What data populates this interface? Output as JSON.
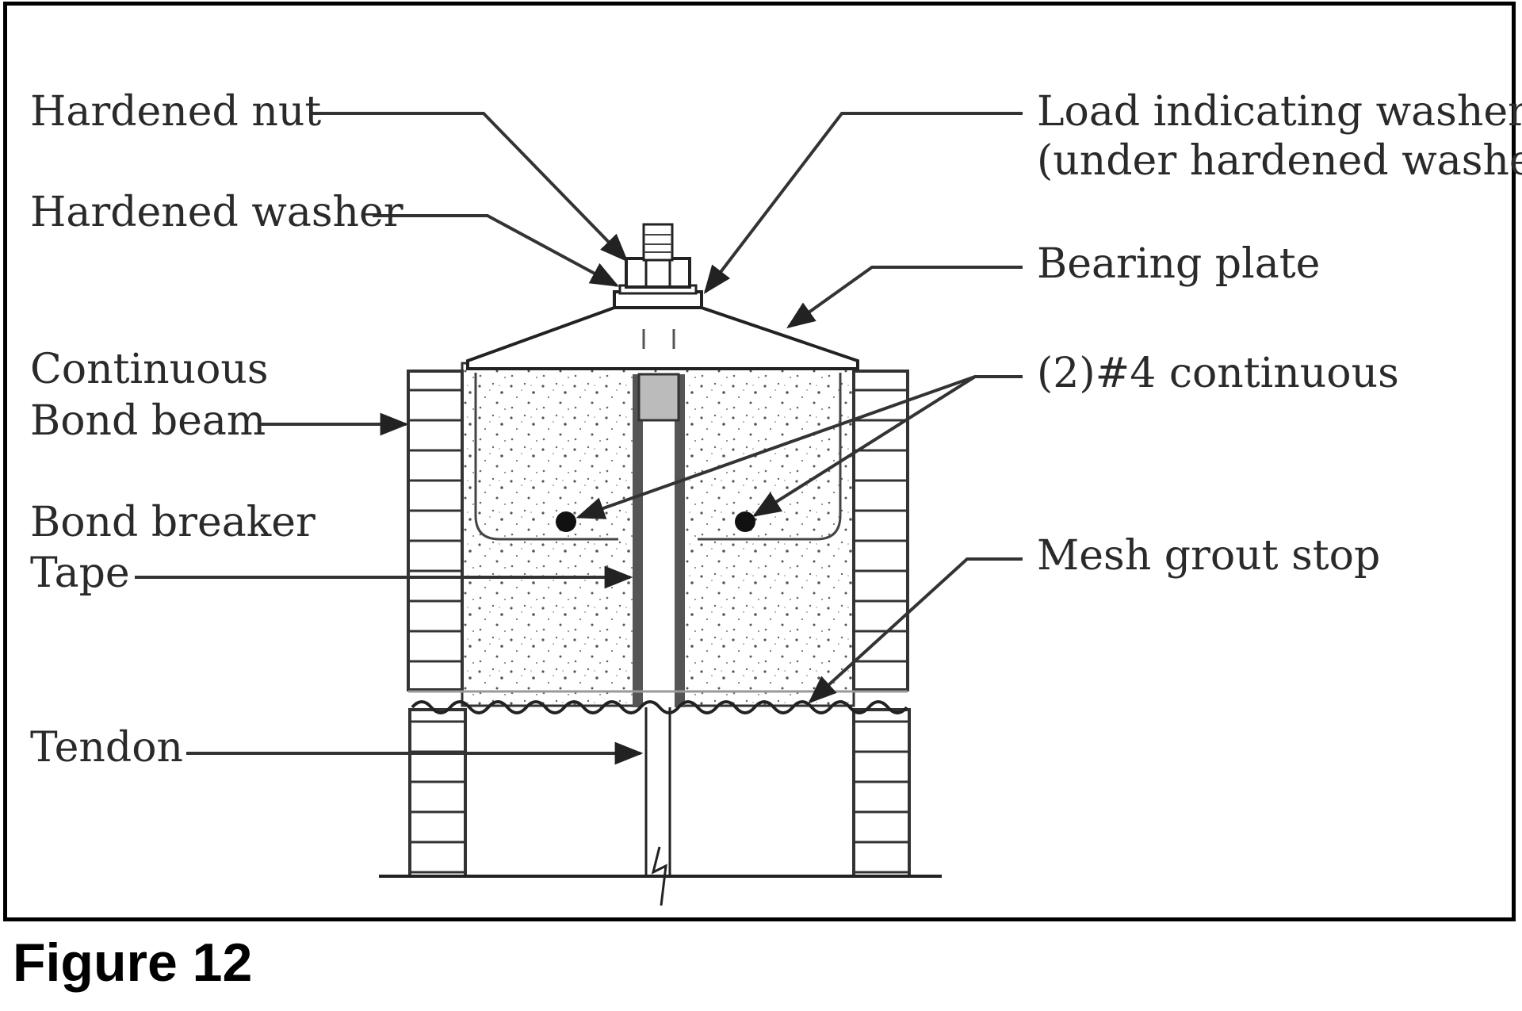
{
  "caption": "Figure 12",
  "labels": {
    "hardened_nut": "Hardened nut",
    "hardened_washer": "Hardened washer",
    "continuous_line1": "Continuous",
    "bond_beam_line2": "Bond beam",
    "bond_breaker_line1": "Bond breaker",
    "tape_line2": "Tape",
    "tendon": "Tendon",
    "load_washer_line1": "Load indicating washer",
    "load_washer_line2": "(under hardened washer)",
    "bearing_plate": "Bearing plate",
    "rebar": "(2)#4 continuous",
    "mesh_grout_stop": "Mesh grout stop"
  },
  "colors": {
    "line": "#333333",
    "text": "#2a2a2a",
    "frame": "#000000"
  }
}
